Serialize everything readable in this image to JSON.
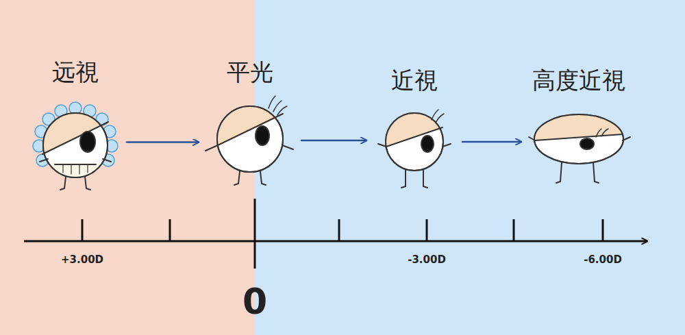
{
  "diagram": {
    "nodes": [
      {
        "text": [
          "远視"
        ]
      },
      {
        "text": [
          "平光"
        ]
      },
      {
        "text": [
          "近視"
        ]
      },
      {
        "text": [
          "高度近視"
        ]
      }
    ],
    "edges": [
      {
        "from": 0,
        "to": 1,
        "arrow": "to"
      },
      {
        "from": 1,
        "to": 2,
        "arrow": "to"
      },
      {
        "from": 2,
        "to": 3,
        "arrow": "to"
      }
    ],
    "labels": [
      "+3.00D",
      "-3.00D",
      "-6.00D",
      "0"
    ]
  }
}
